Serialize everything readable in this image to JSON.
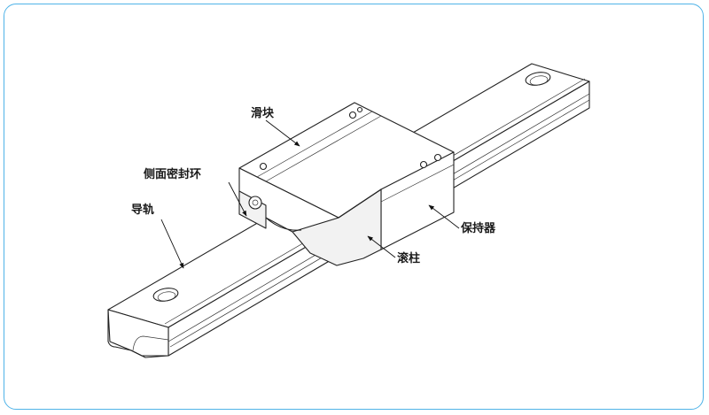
{
  "labels": {
    "slider": "滑块",
    "side_seal": "侧面密封环",
    "guide_rail": "导轨",
    "retainer": "保持器",
    "roller": "滚柱"
  },
  "colors": {
    "frame_border": "#4fb3e8",
    "line": "#222222",
    "background": "#ffffff"
  }
}
